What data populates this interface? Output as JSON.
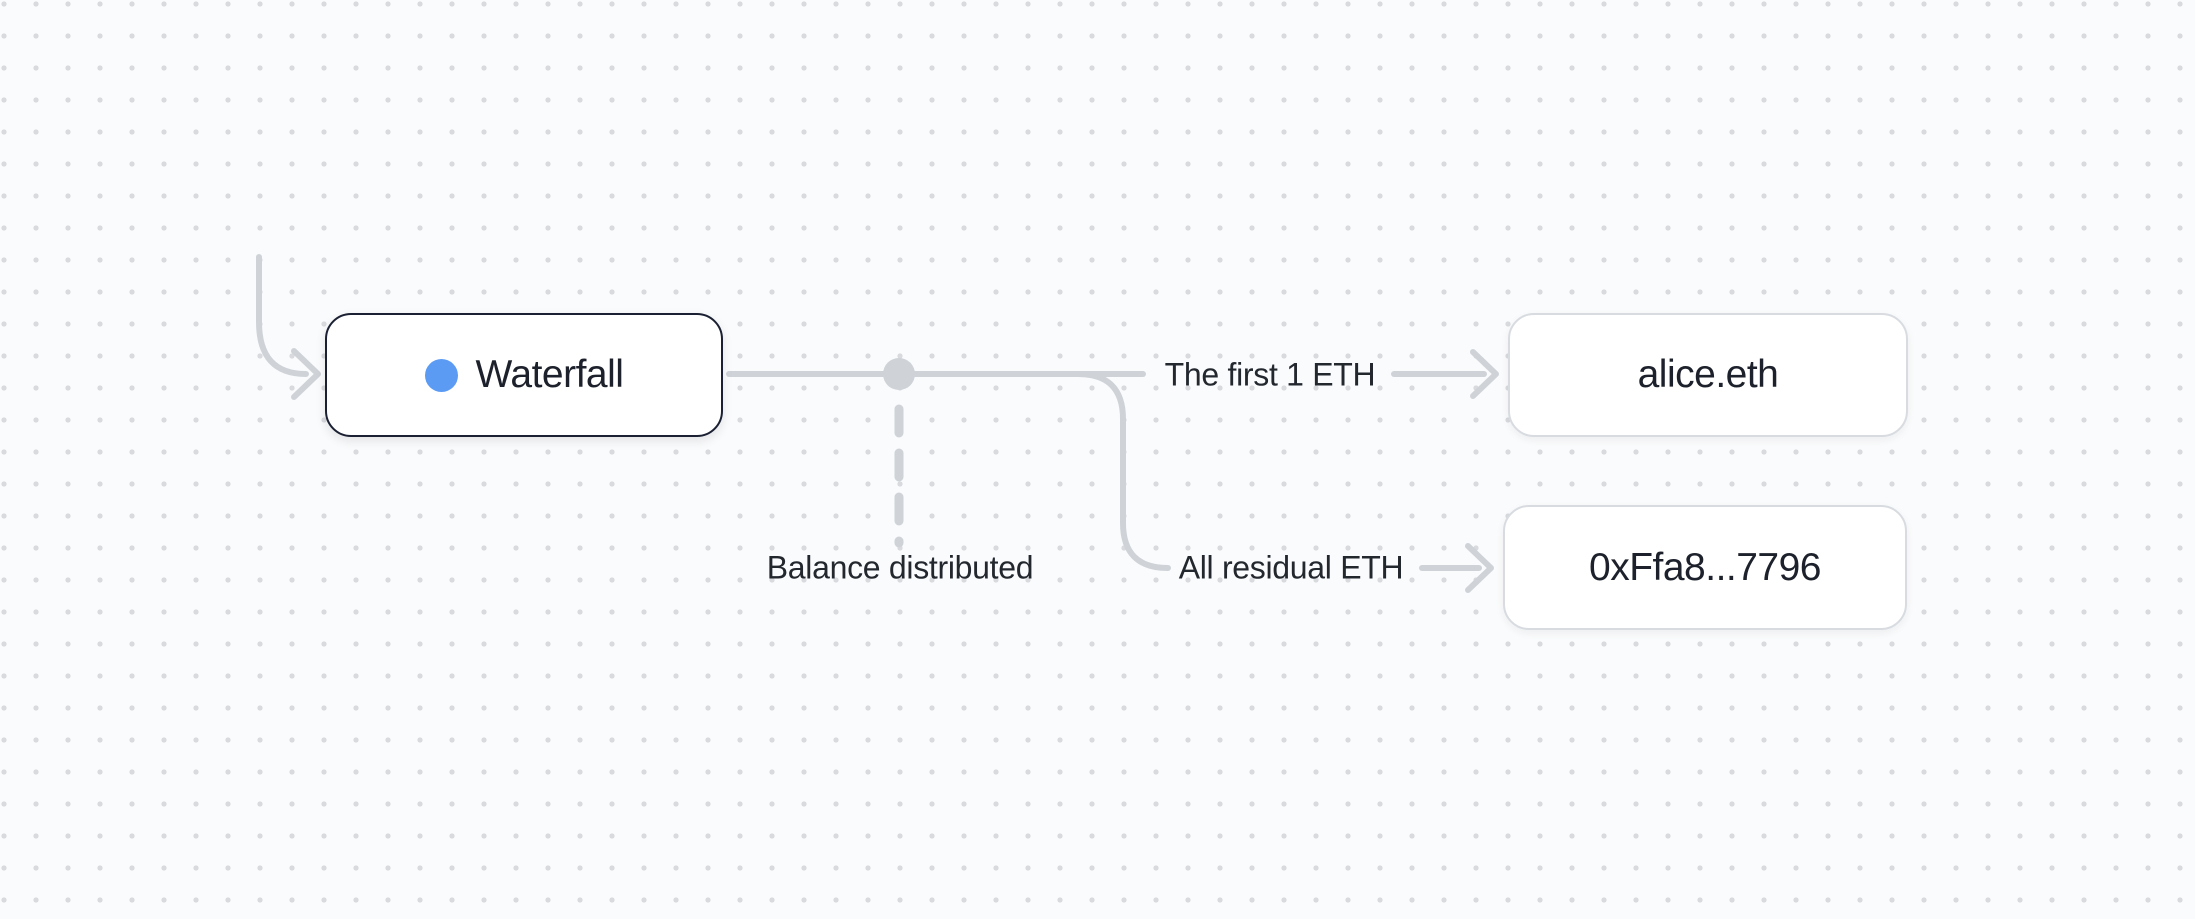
{
  "nodes": {
    "waterfall": {
      "label": "Waterfall"
    },
    "recipient_1": {
      "label": "alice.eth"
    },
    "recipient_2": {
      "label": "0xFfa8...7796"
    }
  },
  "edges": {
    "tranche_1": {
      "label": "The first 1 ETH"
    },
    "residual": {
      "label": "All residual ETH"
    },
    "distribution": {
      "label": "Balance distributed"
    }
  },
  "colors": {
    "edge": "#cfd3d8",
    "waterfall_border": "#1b2133",
    "recipient_border": "#d8dbe0",
    "node_text": "#1d212b",
    "label_text": "#23272e",
    "waterfall_accent": "#5b9bf4",
    "background": "#fafbfc",
    "grid_dot": "#d8dade"
  }
}
